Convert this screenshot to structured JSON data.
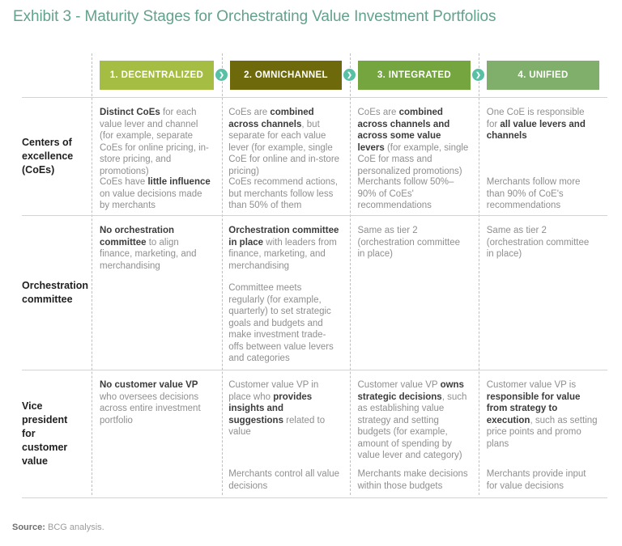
{
  "title": "Exhibit 3 - Maturity Stages for Orchestrating Value Investment Portfolios",
  "icons": {
    "chevron_right": "❯"
  },
  "colors": {
    "title_teal": "#63a28c",
    "chevron_circle": "#58c0a5",
    "stage1": "#a6bd44",
    "stage2": "#6e6a0c",
    "stage3": "#74a53e",
    "stage4": "#80ae6b"
  },
  "stages": [
    {
      "label": "1. DECENTRALIZED",
      "color": "#a6bd44"
    },
    {
      "label": "2. OMNICHANNEL",
      "color": "#6e6a0c"
    },
    {
      "label": "3. INTEGRATED",
      "color": "#74a53e"
    },
    {
      "label": "4. UNIFIED",
      "color": "#80ae6b"
    }
  ],
  "rows": [
    {
      "label": "Centers of excellence (CoEs)",
      "cells": [
        {
          "para1": [
            {
              "t": "Distinct CoEs",
              "b": true
            },
            {
              "t": " for each value lever and channel (for example, separate CoEs for online pricing, in-store pricing, and promotions)",
              "b": false
            }
          ],
          "para2": [
            {
              "t": "CoEs have ",
              "b": false
            },
            {
              "t": "little influence",
              "b": true
            },
            {
              "t": " on value decisions made by merchants",
              "b": false
            }
          ]
        },
        {
          "para1": [
            {
              "t": "CoEs are ",
              "b": false
            },
            {
              "t": "combined across channels",
              "b": true
            },
            {
              "t": ", but separate for each value lever (for example, single CoE for online and in-store pricing)",
              "b": false
            }
          ],
          "para2": [
            {
              "t": "CoEs recommend actions, but merchants follow less than 50% of them",
              "b": false
            }
          ]
        },
        {
          "para1": [
            {
              "t": "CoEs are ",
              "b": false
            },
            {
              "t": "combined across channels and across some value levers",
              "b": true
            },
            {
              "t": " (for example, single CoE for mass and personalized promotions)",
              "b": false
            }
          ],
          "para2": [
            {
              "t": "Merchants follow 50%–90% of CoEs' recommendations",
              "b": false
            }
          ]
        },
        {
          "para1": [
            {
              "t": "One CoE is responsible for ",
              "b": false
            },
            {
              "t": "all value levers and channels",
              "b": true
            }
          ],
          "para2": [
            {
              "t": "Merchants follow more than 90% of CoE's recommendations",
              "b": false
            }
          ]
        }
      ]
    },
    {
      "label": "Orchestration committee",
      "cells": [
        {
          "para1": [
            {
              "t": "No orchestration committee",
              "b": true
            },
            {
              "t": " to align finance, marketing, and merchandising",
              "b": false
            }
          ],
          "para2": null
        },
        {
          "para1": [
            {
              "t": "Orchestration committee in place",
              "b": true
            },
            {
              "t": " with leaders from finance, marketing, and merchandising",
              "b": false
            }
          ],
          "para2": [
            {
              "t": "Committee meets regularly (for example, quarterly) to set strategic goals and budgets and make investment trade-offs between value levers and categories",
              "b": false
            }
          ]
        },
        {
          "para1": [
            {
              "t": "Same as tier 2 (orchestration committee in place)",
              "b": false
            }
          ],
          "para2": null
        },
        {
          "para1": [
            {
              "t": "Same as tier 2 (orchestration committee in place)",
              "b": false
            }
          ],
          "para2": null
        }
      ]
    },
    {
      "label": "Vice president for customer value",
      "cells": [
        {
          "para1": [
            {
              "t": "No customer value VP",
              "b": true
            },
            {
              "t": " who oversees decisions across entire investment portfolio",
              "b": false
            }
          ],
          "para2": null
        },
        {
          "para1": [
            {
              "t": "Customer value VP in place who ",
              "b": false
            },
            {
              "t": "provides insights and suggestions",
              "b": true
            },
            {
              "t": " related to value",
              "b": false
            }
          ],
          "para2": [
            {
              "t": "Merchants control all value decisions",
              "b": false
            }
          ]
        },
        {
          "para1": [
            {
              "t": "Customer value VP ",
              "b": false
            },
            {
              "t": "owns strategic decisions",
              "b": true
            },
            {
              "t": ", such as establishing value strategy and setting budgets (for example, amount of spending by value lever and category)",
              "b": false
            }
          ],
          "para2": [
            {
              "t": "Merchants make decisions within those budgets",
              "b": false
            }
          ]
        },
        {
          "para1": [
            {
              "t": "Customer value VP is ",
              "b": false
            },
            {
              "t": "responsible for value from strategy to execution",
              "b": true
            },
            {
              "t": ", such as setting price points and promo plans",
              "b": false
            }
          ],
          "para2": [
            {
              "t": "Merchants provide input for value decisions",
              "b": false
            }
          ]
        }
      ]
    }
  ],
  "source": {
    "label": "Source:",
    "text": " BCG analysis."
  }
}
